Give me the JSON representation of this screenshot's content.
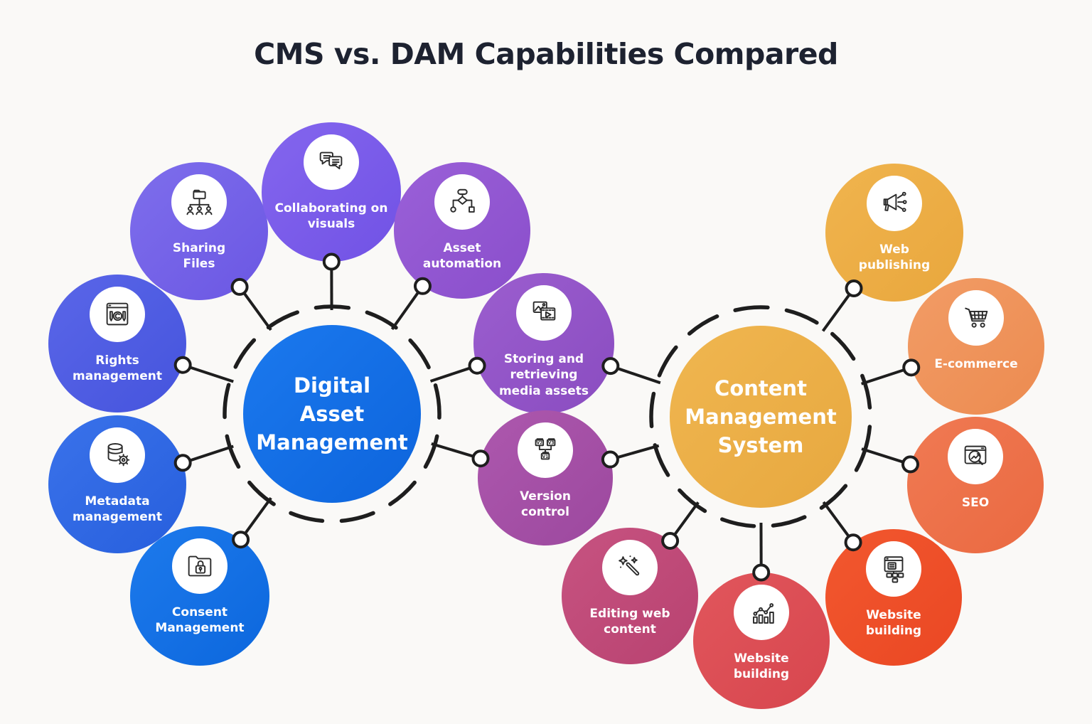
{
  "title": "CMS vs. DAM Capabilities Compared",
  "hubs": {
    "dam": {
      "label": "Digital\nAsset\nManagement",
      "color": "#1b79ee",
      "color2": "#0d64dc"
    },
    "cms": {
      "label": "Content\nManagement\nSystem",
      "color": "#f0b650",
      "color2": "#e7a83f"
    }
  },
  "nodes": {
    "sharing_files": {
      "label": "Sharing\nFiles",
      "icon": "folder-share-icon",
      "color": "#7e6eec",
      "color2": "#6b57e3"
    },
    "collaborating_visuals": {
      "label": "Collaborating on\nvisuals",
      "icon": "chat-bubbles-icon",
      "color": "#8466ee",
      "color2": "#7152e5"
    },
    "asset_automation": {
      "label": "Asset\nautomation",
      "icon": "flowchart-icon",
      "color": "#9a60d8",
      "color2": "#8a4ecb"
    },
    "rights_management": {
      "label": "Rights\nmanagement",
      "icon": "copyright-editor-icon",
      "color": "#5a66e8",
      "color2": "#4554dd"
    },
    "metadata_management": {
      "label": "Metadata\nmanagement",
      "icon": "database-gear-icon",
      "color": "#3a72ea",
      "color2": "#275fdd"
    },
    "consent_management": {
      "label": "Consent\nManagement",
      "icon": "folder-lock-icon",
      "color": "#1d7aec",
      "color2": "#0c67dd"
    },
    "storing_media": {
      "label": "Storing and retrieving\nmedia assets",
      "icon": "media-assets-icon",
      "color": "#9b5ecf",
      "color2": "#8a4cc0"
    },
    "version_control": {
      "label": "Version\ncontrol",
      "icon": "version-merge-icon",
      "color": "#ad58ae",
      "color2": "#9c489e"
    },
    "web_publishing": {
      "label": "Web\npublishing",
      "icon": "megaphone-icon",
      "color": "#f0b44e",
      "color2": "#e9a73d"
    },
    "ecommerce": {
      "label": "E-commerce",
      "icon": "shopping-cart-icon",
      "color": "#f29c66",
      "color2": "#ec8b50"
    },
    "seo": {
      "label": "SEO",
      "icon": "seo-browser-icon",
      "color": "#f07a53",
      "color2": "#ea6941"
    },
    "website_building_right": {
      "label": "Website\nbuilding",
      "icon": "sitemap-browser-icon",
      "color": "#f2582f",
      "color2": "#ea4723"
    },
    "website_building_bottom": {
      "label": "Website\nbuilding",
      "icon": "analytics-icon",
      "color": "#e1565c",
      "color2": "#d7464e"
    },
    "editing_web_content": {
      "label": "Editing web\ncontent",
      "icon": "magic-wand-icon",
      "color": "#c75381",
      "color2": "#b84270"
    }
  },
  "connector_color": "#1e1e1e"
}
